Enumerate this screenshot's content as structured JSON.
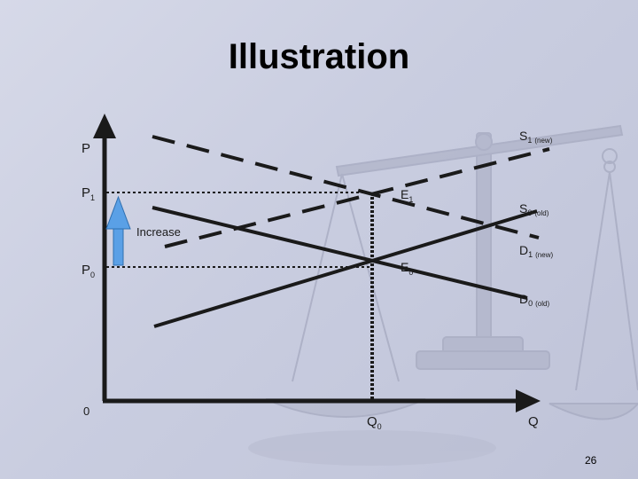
{
  "slide": {
    "title": "Illustration",
    "page_number": "26"
  },
  "diagram": {
    "axes": {
      "y_label": "P",
      "x_label": "Q",
      "origin_label": "0"
    },
    "price_levels": [
      {
        "main": "P",
        "sub": "1"
      },
      {
        "main": "P",
        "sub": "0"
      }
    ],
    "quantity_level": {
      "main": "Q",
      "sub": "0"
    },
    "curves": [
      {
        "main": "S",
        "sub": "1",
        "tag": "(new)"
      },
      {
        "main": "S",
        "sub": "0",
        "tag": "(old)"
      },
      {
        "main": "D",
        "sub": "1",
        "tag": "(new)"
      },
      {
        "main": "D",
        "sub": "0",
        "tag": "(old)"
      }
    ],
    "equilibria": [
      {
        "main": "E",
        "sub": "1"
      },
      {
        "main": "E",
        "sub": "0"
      }
    ],
    "arrow_label": "Increase",
    "colors": {
      "axis": "#1a1a1a",
      "curve": "#1a1a1a",
      "arrow": "#5aa0e6"
    }
  }
}
